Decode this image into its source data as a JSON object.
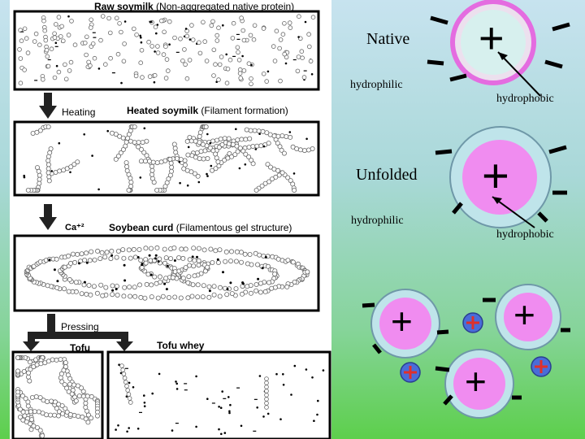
{
  "left_panel": {
    "raw": {
      "title": "Raw soymilk",
      "subtitle": "(Non-aggregated native protein)"
    },
    "step1": {
      "label": "Heating"
    },
    "heated": {
      "title": "Heated soymilk",
      "subtitle": "(Filament formation)"
    },
    "step2": {
      "label": "Ca⁺²"
    },
    "curd": {
      "title": "Soybean curd",
      "subtitle": "(Filamentous gel structure)"
    },
    "step3": {
      "label": "Pressing"
    },
    "tofu": {
      "label": "Tofu"
    },
    "whey": {
      "label": "Tofu whey"
    }
  },
  "right_panel": {
    "native": {
      "label": "Native",
      "hydrophilic": "hydrophilic",
      "hydrophobic": "hydrophobic"
    },
    "unfolded": {
      "label": "Unfolded",
      "hydrophilic": "hydrophilic",
      "hydrophobic": "hydrophobic"
    },
    "plus_sign": "+",
    "colors": {
      "native_ring": "#e46ce0",
      "core": "#f08cf0",
      "shell": "#bfe4ea",
      "shell_border": "#6f98a8",
      "small_core": "#4a6cd8",
      "small_plus": "#e0302a"
    }
  }
}
